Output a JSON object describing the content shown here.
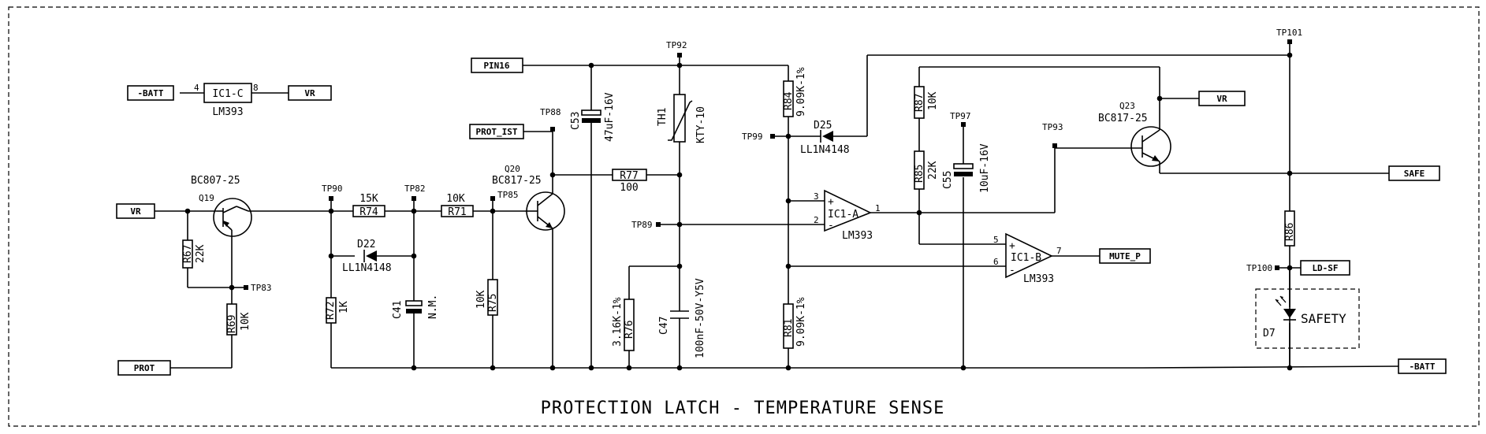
{
  "title": "PROTECTION LATCH - TEMPERATURE SENSE",
  "ports": {
    "batt_neg_top": "-BATT",
    "vr_top": "VR",
    "vr_left": "VR",
    "prot": "PROT",
    "pin16": "PIN16",
    "prot_ist": "PROT_IST",
    "vr_right": "VR",
    "safe": "SAFE",
    "mute_p": "MUTE_P",
    "ld_sf": "LD-SF",
    "batt_neg_bottom": "-BATT"
  },
  "ic1c": {
    "ref": "IC1-C",
    "part": "LM393",
    "pin_left": "4",
    "pin_right": "8"
  },
  "q19": {
    "ref": "Q19",
    "part": "BC807-25"
  },
  "q20": {
    "ref": "Q20",
    "part": "BC817-25"
  },
  "q23": {
    "ref": "Q23",
    "part": "BC817-25"
  },
  "r67": {
    "ref": "R67",
    "value": "22K"
  },
  "r69": {
    "ref": "R69",
    "value": "10K"
  },
  "r74": {
    "ref": "R74",
    "value": "15K"
  },
  "r71": {
    "ref": "R71",
    "value": "10K"
  },
  "r72": {
    "ref": "R72",
    "value": "1K"
  },
  "r75": {
    "ref": "R75",
    "value": "10K"
  },
  "r76": {
    "ref": "R76",
    "value": "3.16K-1%"
  },
  "r77": {
    "ref": "R77",
    "value": "100"
  },
  "r84": {
    "ref": "R84",
    "value": "9.09K-1%"
  },
  "r81": {
    "ref": "R81",
    "value": "9.09K-1%"
  },
  "r87": {
    "ref": "R87",
    "value": "10K"
  },
  "r85": {
    "ref": "R85",
    "value": "22K"
  },
  "r86": {
    "ref": "R86"
  },
  "d22": {
    "ref": "D22",
    "part": "LL1N4148"
  },
  "d25": {
    "ref": "D25",
    "part": "LL1N4148"
  },
  "d7": {
    "ref": "D7",
    "label": "SAFETY"
  },
  "c41": {
    "ref": "C41",
    "value": "N.M."
  },
  "c53": {
    "ref": "C53",
    "value": "47uF-16V"
  },
  "c47": {
    "ref": "C47",
    "value": "100nF-50V-Y5V"
  },
  "c55": {
    "ref": "C55",
    "value": "10uF-16V"
  },
  "th1": {
    "ref": "TH1",
    "part": "KTY-10"
  },
  "ic1a": {
    "ref": "IC1-A",
    "part": "LM393",
    "pin_plus": "3",
    "pin_minus": "2",
    "pin_out": "1",
    "plus": "+",
    "minus": "-"
  },
  "ic1b": {
    "ref": "IC1-B",
    "part": "LM393",
    "pin_plus": "5",
    "pin_minus": "6",
    "pin_out": "7",
    "plus": "+",
    "minus": "-"
  },
  "testpoints": {
    "tp83": "TP83",
    "tp90": "TP90",
    "tp82": "TP82",
    "tp85": "TP85",
    "tp88": "TP88",
    "tp92": "TP92",
    "tp89": "TP89",
    "tp99": "TP99",
    "tp97": "TP97",
    "tp93": "TP93",
    "tp101": "TP101",
    "tp100": "TP100"
  }
}
